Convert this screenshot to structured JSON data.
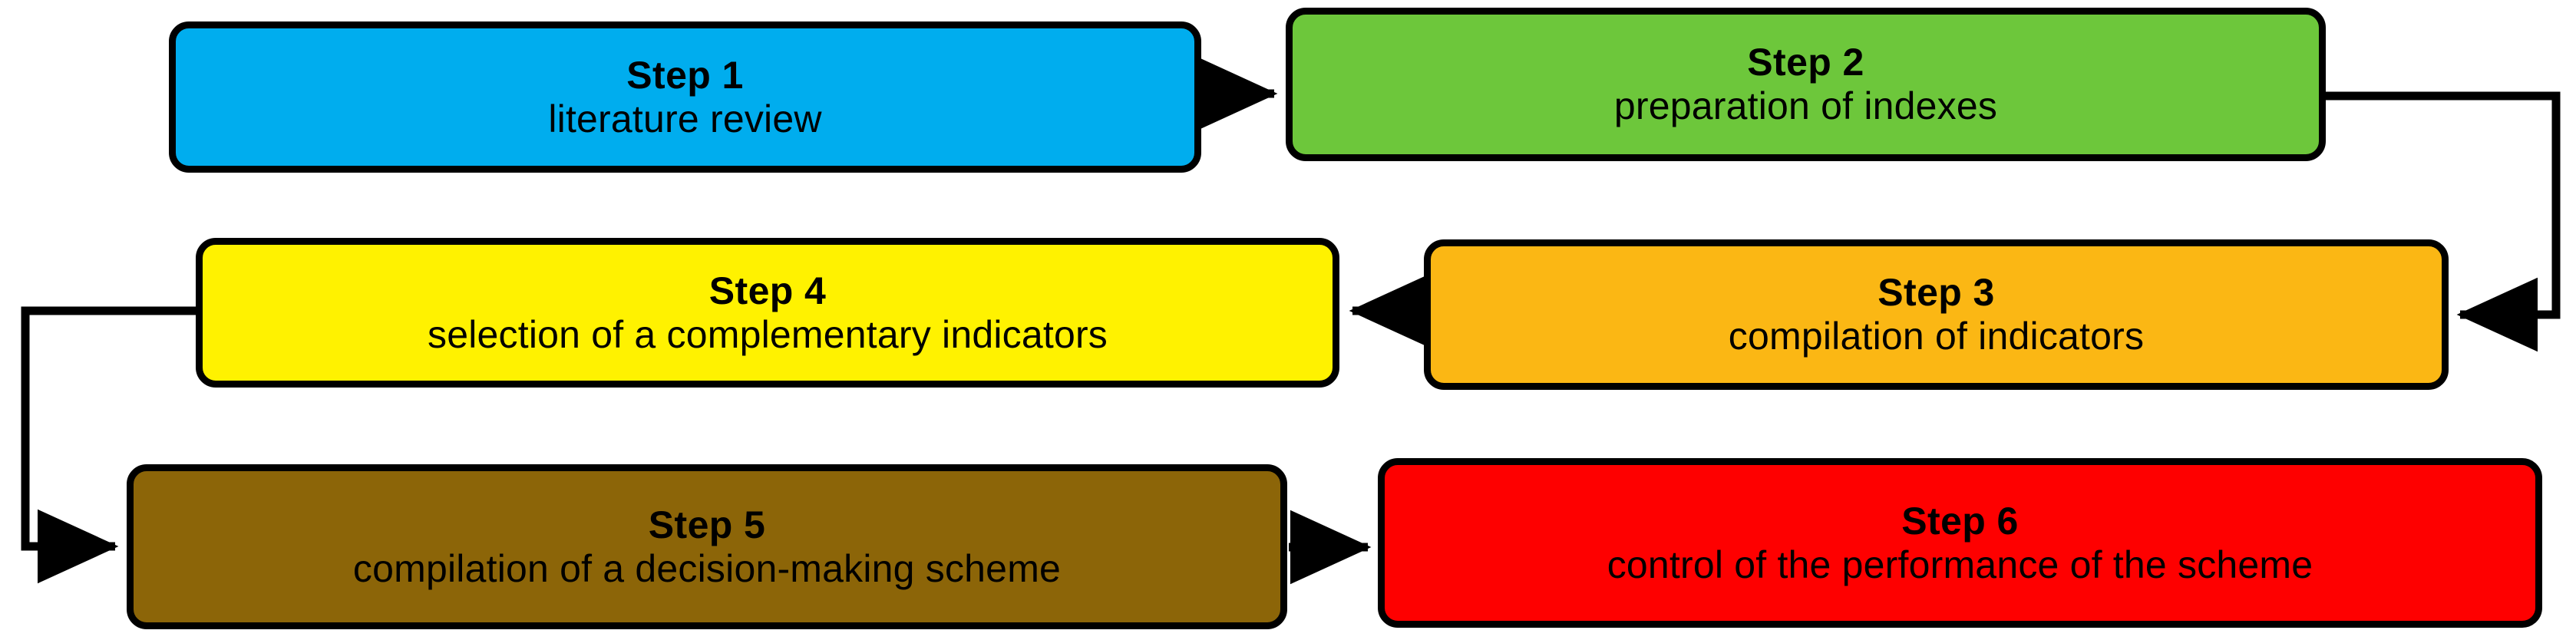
{
  "diagram": {
    "type": "flowchart",
    "orientation": "serpentine-horizontal",
    "background_color": "#FFFFFF",
    "outline_color": "#000000",
    "text_color": "#000000",
    "nodes": [
      {
        "id": "step-1",
        "title": "Step 1",
        "description": "literature review",
        "fill_color": "#00ADEE"
      },
      {
        "id": "step-2",
        "title": "Step 2",
        "description": "preparation of indexes",
        "fill_color": "#6DC73B"
      },
      {
        "id": "step-3",
        "title": "Step 3",
        "description": "compilation of indicators",
        "fill_color": "#FBB714"
      },
      {
        "id": "step-4",
        "title": "Step 4",
        "description": "selection of a complementary indicators",
        "fill_color": "#FFF200"
      },
      {
        "id": "step-5",
        "title": "Step 5",
        "description": "compilation of a decision-making scheme",
        "fill_color": "#8C6508"
      },
      {
        "id": "step-6",
        "title": "Step 6",
        "description": "control of the performance of the scheme",
        "fill_color": "#FE0000"
      }
    ],
    "connectors": [
      {
        "id": "edge-1-2",
        "from": "step-1",
        "to": "step-2",
        "shape": "straight-right"
      },
      {
        "id": "edge-2-3",
        "from": "step-2",
        "to": "step-3",
        "shape": "elbow-right-down-left"
      },
      {
        "id": "edge-3-4",
        "from": "step-3",
        "to": "step-4",
        "shape": "straight-left"
      },
      {
        "id": "edge-4-5",
        "from": "step-4",
        "to": "step-5",
        "shape": "elbow-left-down-right"
      },
      {
        "id": "edge-5-6",
        "from": "step-5",
        "to": "step-6",
        "shape": "straight-right"
      }
    ]
  }
}
